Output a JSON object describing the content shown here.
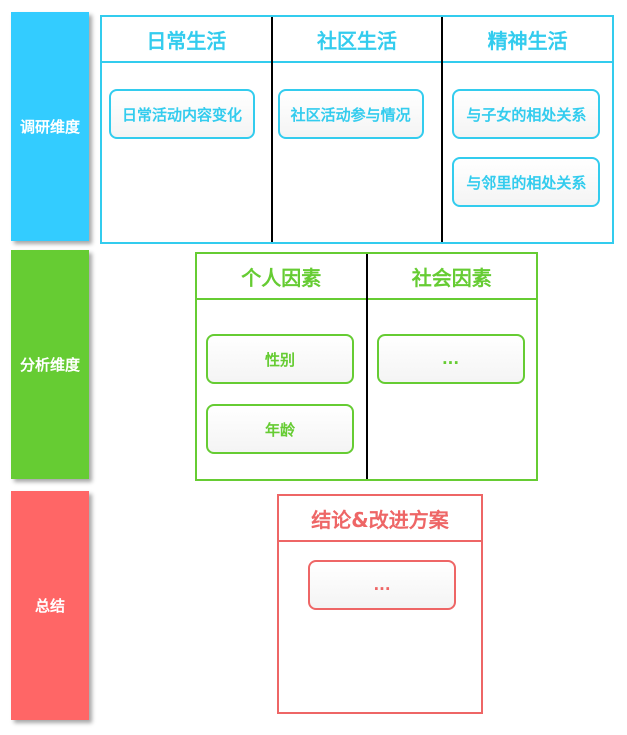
{
  "bands": {
    "research": "调研维度",
    "analysis": "分析维度",
    "summary": "总结"
  },
  "research": {
    "columns": [
      {
        "title": "日常生活",
        "items": [
          "日常活动内容变化"
        ]
      },
      {
        "title": "社区生活",
        "items": [
          "社区活动参与情况"
        ]
      },
      {
        "title": "精神生活",
        "items": [
          "与子女的相处关系",
          "与邻里的相处关系"
        ]
      }
    ]
  },
  "analysis": {
    "columns": [
      {
        "title": "个人因素",
        "items": [
          "性别",
          "年龄"
        ]
      },
      {
        "title": "社会因素",
        "items": [
          "..."
        ]
      }
    ]
  },
  "summary": {
    "title": "结论&改进方案",
    "items": [
      "..."
    ]
  },
  "colors": {
    "blue": "#33ccff",
    "green": "#66cc33",
    "red": "#ff6666"
  }
}
